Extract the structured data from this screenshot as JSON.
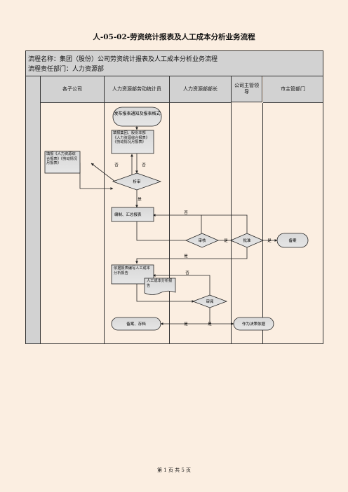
{
  "document": {
    "title": "人-05-02-劳资统计报表及人工成本分析业务流程",
    "footer": "第 1 页 共 5 页"
  },
  "header": {
    "process_name": "流程名称：集团（股份）公司劳资统计报表及人工成本分析业务流程",
    "process_owner": "流程责任部门：人力资源部"
  },
  "lanes": [
    {
      "label": "各子公司"
    },
    {
      "label": "人力资源部劳动统计员"
    },
    {
      "label": "人力资源部部长"
    },
    {
      "label": "公司主管领导"
    },
    {
      "label": "市主管部门"
    }
  ],
  "nodes": {
    "notify": "发布报表通知及报表格式",
    "subsidiary_report": "填报《人力资源综合报表》《劳动情况月报表》",
    "group_report": "填报集团、股份本部《人力资源综合报表》《劳动情况月报表》",
    "analyze": "析审",
    "compile": "编制、汇总报表",
    "review1": "审核",
    "approve": "批准",
    "file_city": "备案",
    "cost_report": "依据报表编写人工成本分析报告",
    "cost_doc": "人工成本分析报告",
    "review2": "审阅",
    "archive": "备案、存档",
    "decision_basis": "作为决策依据"
  },
  "edge_labels": {
    "no": "否",
    "yes": "是"
  },
  "colors": {
    "grey": "#d2d2d2",
    "background": "#fbeee1",
    "line": "#333333"
  }
}
